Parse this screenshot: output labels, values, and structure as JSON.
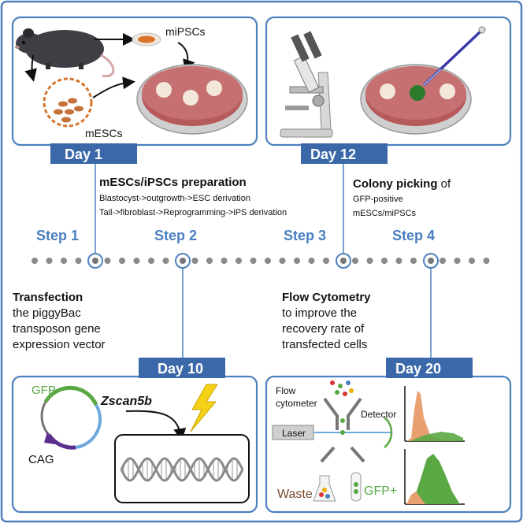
{
  "panels": {
    "day1": {
      "day_label": "Day 1",
      "mipscs_label": "miPSCs",
      "mescs_label": "mESCs"
    },
    "day12": {
      "day_label": "Day 12"
    },
    "day10": {
      "day_label": "Day 10",
      "gfp_label": "GFP",
      "gene_label": "Zscan5b",
      "promoter_label": "CAG"
    },
    "day20": {
      "day_label": "Day 20",
      "cytometer_label_line1": "Flow",
      "cytometer_label_line2": "cytometer",
      "detector_label": "Detector",
      "laser_label": "Laser",
      "waste_label": "Waste",
      "gfp_positive_label": "GFP+"
    }
  },
  "steps": [
    {
      "label": "Step 1"
    },
    {
      "label": "Step 2"
    },
    {
      "label": "Step 3"
    },
    {
      "label": "Step 4"
    }
  ],
  "step_descriptions": {
    "prep_title": "mESCs/iPSCs preparation",
    "prep_line1": "Blastocyst->outgrowth->ESC derivation",
    "prep_line2": "Tail->fibroblast->Reprogramming->iPS derivation",
    "picking_title_bold": "Colony picking",
    "picking_title_rest": " of",
    "picking_line1": "GFP-positive",
    "picking_line2": "mESCs/miPSCs",
    "transfection_title": "Transfection",
    "transfection_line1": "the piggyBac",
    "transfection_line2": "transposon gene",
    "transfection_line3": "expression vector",
    "flow_title": "Flow Cytometry",
    "flow_line1": "to improve the",
    "flow_line2": "recovery rate of",
    "flow_line3": "transfected cells"
  },
  "colors": {
    "frame_blue": "#4e81bd",
    "header_blue": "#3a68a8",
    "step_blue": "#4a7fc1",
    "dot_gray": "#8a8a8a",
    "dish_red": "#b75a5c",
    "gfp_green": "#5aa844",
    "cag_purple": "#5b2d8c",
    "waste_brown": "#7a4a2a"
  }
}
